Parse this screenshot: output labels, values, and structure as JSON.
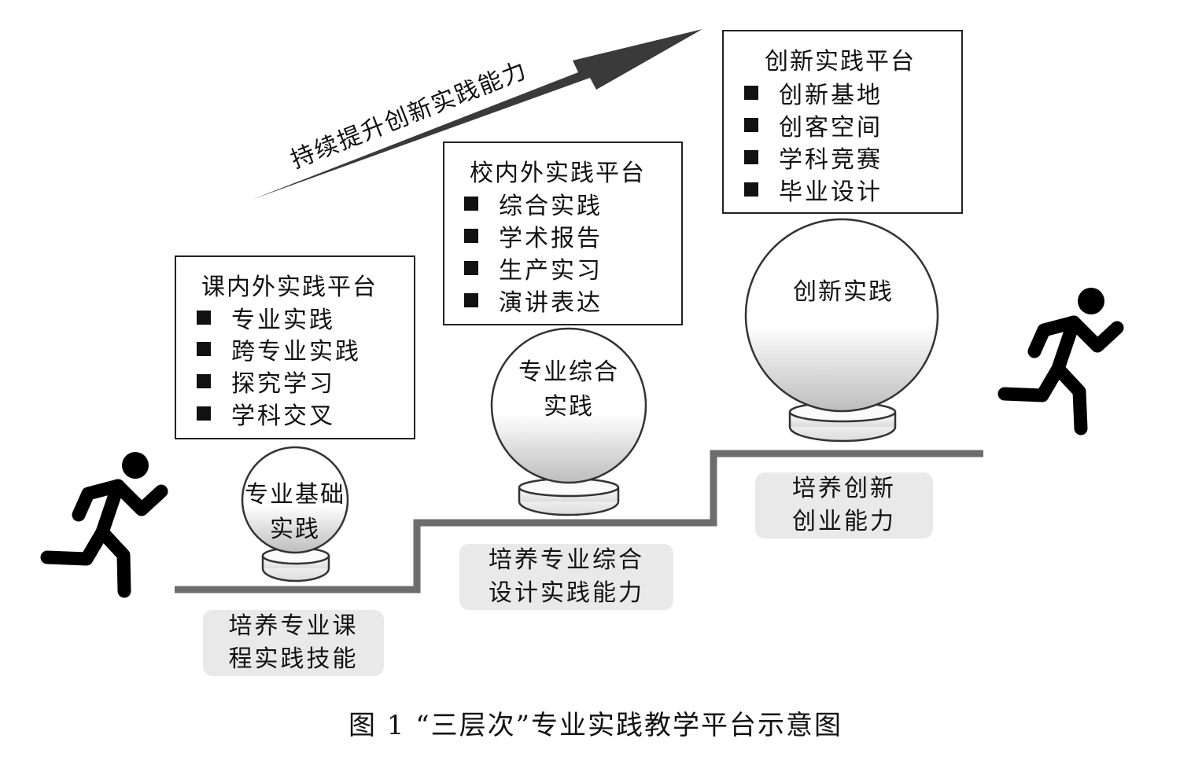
{
  "arrow_label": "持续提升创新实践能力",
  "levels": [
    {
      "platform_title": "课内外实践平台",
      "items": [
        "专业实践",
        "跨专业实践",
        "探究学习",
        "学科交叉"
      ],
      "ball_lines": [
        "专业基础",
        "实践"
      ],
      "goal_lines": [
        "培养专业课",
        "程实践技能"
      ]
    },
    {
      "platform_title": "校内外实践平台",
      "items": [
        "综合实践",
        "学术报告",
        "生产实习",
        "演讲表达"
      ],
      "ball_lines": [
        "专业综合",
        "实践"
      ],
      "goal_lines": [
        "培养专业综合",
        "设计实践能力"
      ]
    },
    {
      "platform_title": "创新实践平台",
      "items": [
        "创新基地",
        "创客空间",
        "学科竞赛",
        "毕业设计"
      ],
      "ball_lines": [
        "创新实践"
      ],
      "goal_lines": [
        "培养创新",
        "创业能力"
      ]
    }
  ],
  "caption": "图 1 “三层次”专业实践教学平台示意图",
  "colors": {
    "stair": "#6d6d6d",
    "arrow": "#3a3a3a",
    "label_bg": "#e9e9e9"
  },
  "icons": [
    "running-person-icon",
    "running-person-icon",
    "crystal-ball-icon",
    "square-bullet-icon"
  ]
}
